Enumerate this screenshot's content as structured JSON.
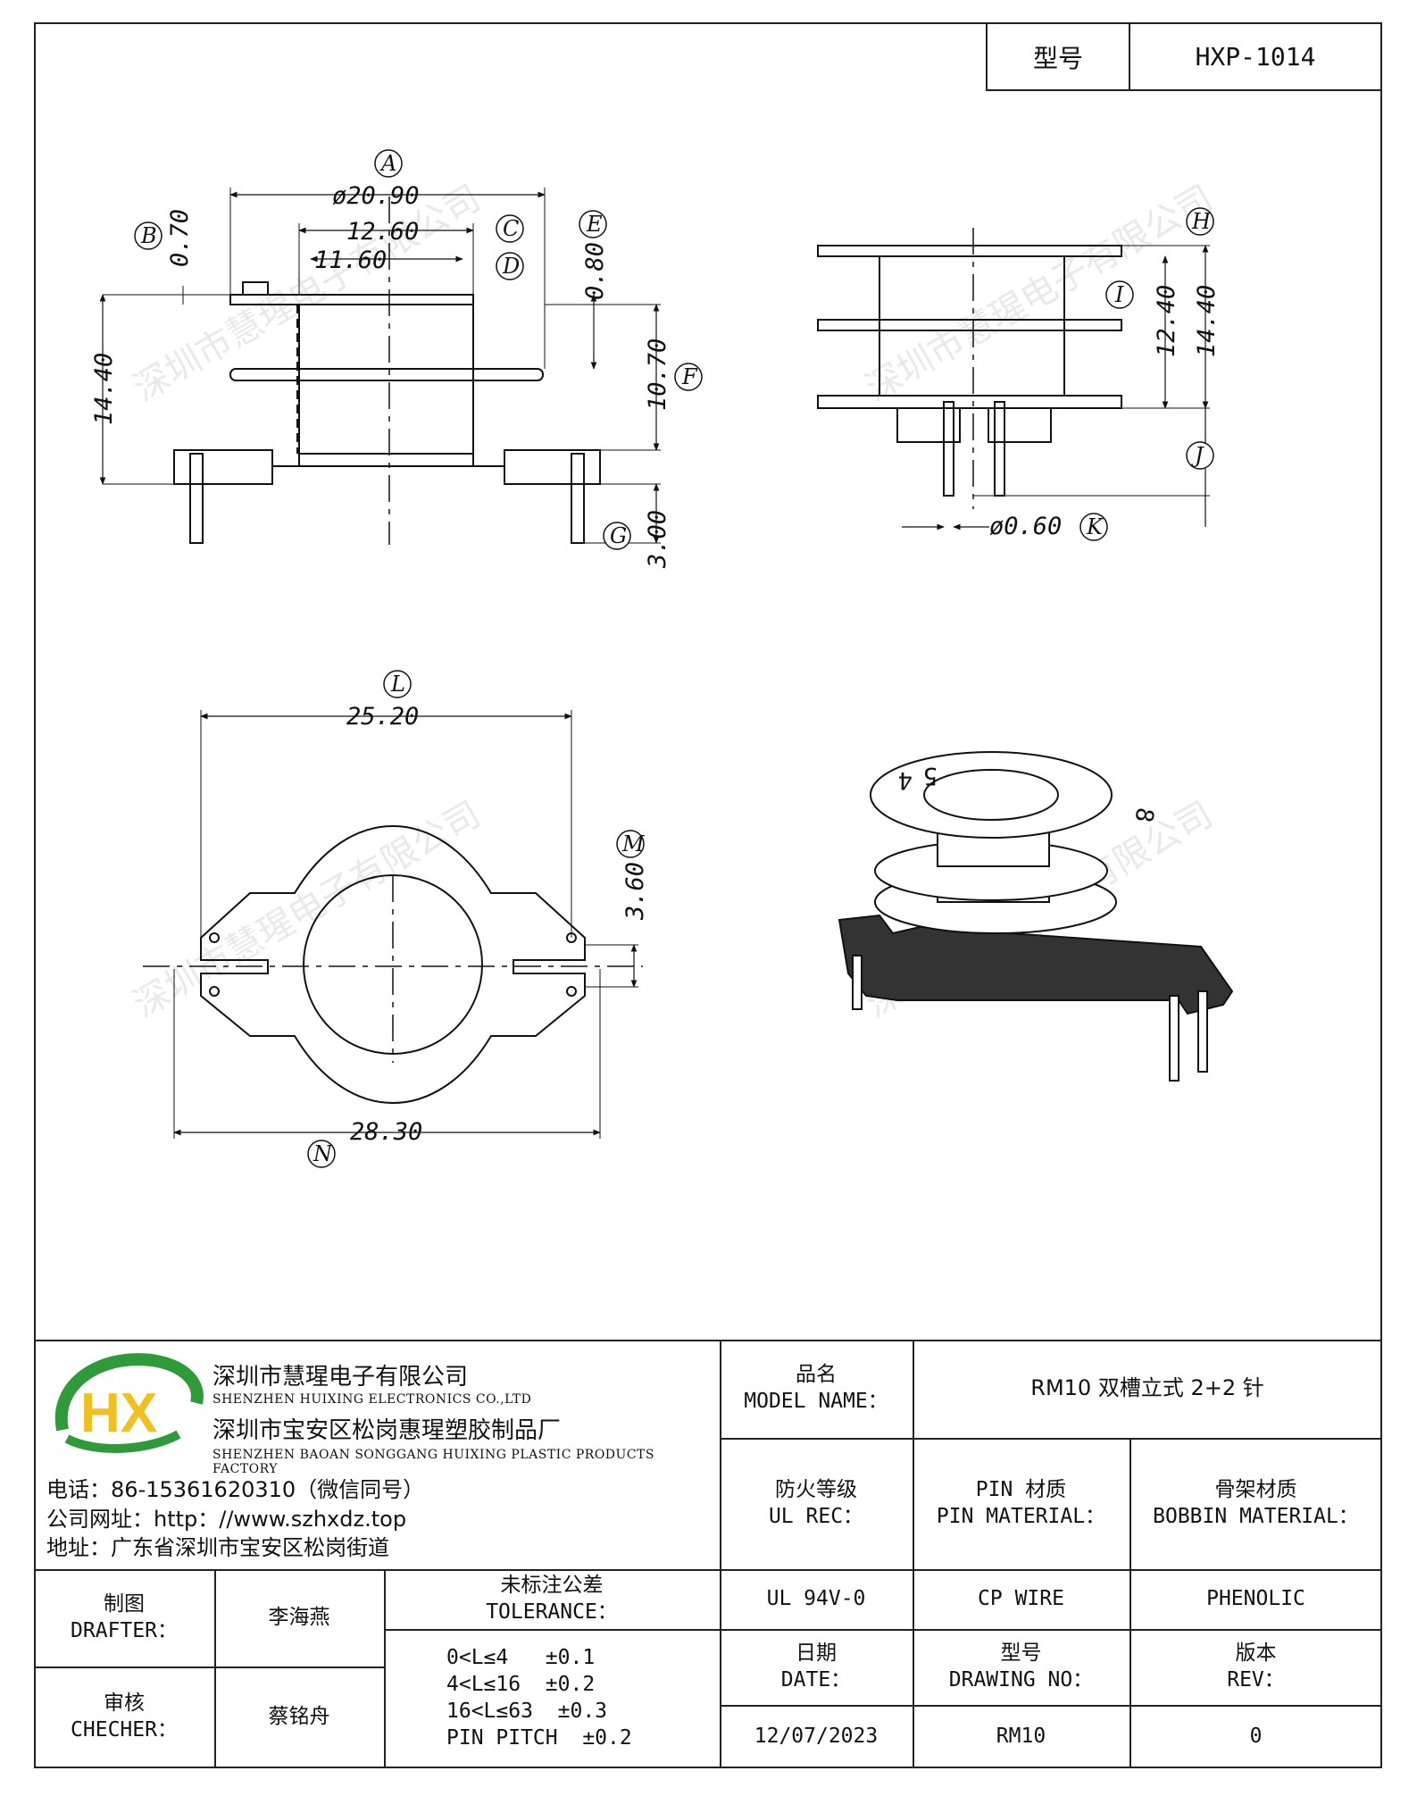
{
  "header": {
    "model_label": "型号",
    "model_value": "HXP-1014"
  },
  "dimensions": {
    "A": "ø20.90",
    "B": "0.70",
    "C": "12.60",
    "D": "11.60",
    "E": "0.80",
    "F": "10.70",
    "G": "3.00",
    "H": "14.40",
    "I": "12.40",
    "J": "14.40",
    "K": "ø0.60",
    "L": "25.20",
    "M": "3.60",
    "N": "28.30",
    "left_total_height": "14.40"
  },
  "tags": {
    "A": "A",
    "B": "B",
    "C": "C",
    "D": "D",
    "E": "E",
    "F": "F",
    "G": "G",
    "H": "H",
    "I": "I",
    "J": "J",
    "K": "K",
    "L": "L",
    "M": "M",
    "N": "N"
  },
  "iso_numbers": [
    "5",
    "4",
    "8"
  ],
  "watermark": "深圳市慧瑆电子有限公司",
  "company": {
    "name_cn": "深圳市慧瑆电子有限公司",
    "name_en": "SHENZHEN HUIXING ELECTRONICS CO.,LTD",
    "factory_cn": "深圳市宝安区松岗惠瑆塑胶制品厂",
    "factory_en": "SHENZHEN BAOAN SONGGANG HUIXING PLASTIC PRODUCTS FACTORY",
    "phone": "电话：86-15361620310（微信同号）",
    "website": "公司网址：http：//www.szhxdz.top",
    "address": "地址：广东省深圳市宝安区松岗街道",
    "logo_text": "HX",
    "logo_colors": {
      "green": "#2e9a3a",
      "yellow": "#f0c020",
      "blue": "#2a7fd0"
    }
  },
  "title_block": {
    "model_name_cn": "品名",
    "model_name_en": "MODEL NAME：",
    "model_name_value": "RM10 双槽立式 2+2 针",
    "ul_cn": "防火等级",
    "ul_en": "UL REC：",
    "pin_cn": "PIN 材质",
    "pin_en": "PIN MATERIAL：",
    "bobbin_cn": "骨架材质",
    "bobbin_en": "BOBBIN MATERIAL：",
    "ul_value": "UL 94V-0",
    "pin_value": "CP WIRE",
    "bobbin_value": "PHENOLIC",
    "drafter_cn": "制图",
    "drafter_en": "DRAFTER：",
    "drafter_value": "李海燕",
    "checker_cn": "审核",
    "checker_en": "CHECHER：",
    "checker_value": "蔡铭舟",
    "tolerance_cn": "未标注公差",
    "tolerance_en": "TOLERANCE：",
    "tolerance_lines": [
      "0<L≤4   ±0.1",
      "4<L≤16  ±0.2",
      "16<L≤63  ±0.3",
      "PIN PITCH  ±0.2"
    ],
    "date_cn": "日期",
    "date_en": "DATE：",
    "date_value": "12/07/2023",
    "drawing_cn": "型号",
    "drawing_en": "DRAWING NO：",
    "drawing_value": "RM10",
    "rev_cn": "版本",
    "rev_en": "REV：",
    "rev_value": "0"
  }
}
